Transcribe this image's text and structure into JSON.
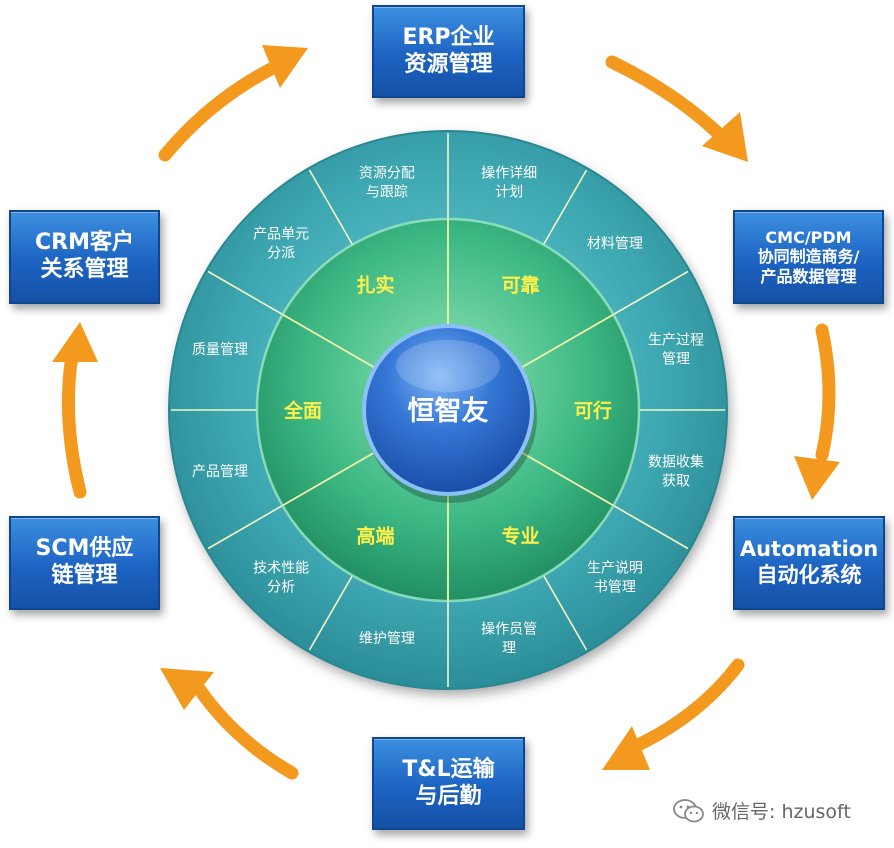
{
  "center": {
    "label": "恒智友"
  },
  "inner_ring": [
    "扎实",
    "可靠",
    "可行",
    "专业",
    "高端",
    "全面"
  ],
  "outer_ring": [
    {
      "lines": [
        "操作详细",
        "计划"
      ]
    },
    {
      "lines": [
        "材料管理"
      ]
    },
    {
      "lines": [
        "生产过程",
        "管理"
      ]
    },
    {
      "lines": [
        "数据收集",
        "获取"
      ]
    },
    {
      "lines": [
        "生产说明",
        "书管理"
      ]
    },
    {
      "lines": [
        "操作员管",
        "理"
      ]
    },
    {
      "lines": [
        "维护管理"
      ]
    },
    {
      "lines": [
        "技术性能",
        "分析"
      ]
    },
    {
      "lines": [
        "产品管理"
      ]
    },
    {
      "lines": [
        "质量管理"
      ]
    },
    {
      "lines": [
        "产品单元",
        "分派"
      ]
    },
    {
      "lines": [
        "资源分配",
        "与跟踪"
      ]
    }
  ],
  "boxes": {
    "erp": {
      "line1": "ERP企业",
      "line2": "资源管理"
    },
    "cmc": {
      "line1": "CMC/PDM",
      "line2": "协同制造商务/",
      "line3": "产品数据管理"
    },
    "automation": {
      "line1": "Automation",
      "line2": "自动化系统"
    },
    "tl": {
      "line1": "T&L运输",
      "line2": "与后勤"
    },
    "scm": {
      "line1": "SCM供应",
      "line2": "链管理"
    },
    "crm": {
      "line1": "CRM客户",
      "line2": "关系管理"
    }
  },
  "watermark": {
    "text": "微信号: hzusoft",
    "icon": "wechat-icon"
  },
  "colors": {
    "outer_ring": "#3ea8b2",
    "inner_ring": "#39b27f",
    "center": "#2f6fd0",
    "box": "#1d63c2",
    "arrow": "#f39a1e",
    "inner_label": "#fff14a"
  }
}
